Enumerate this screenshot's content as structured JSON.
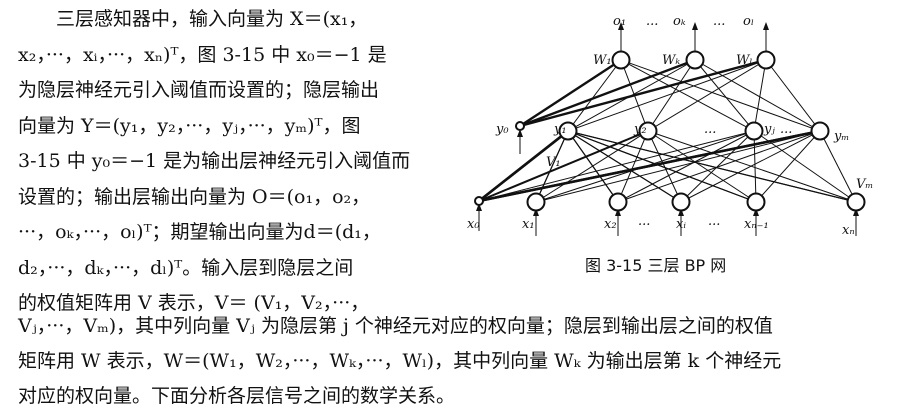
{
  "paragraph_left": [
    "三层感知器中，输入向量为 X＝(x₁，",
    "x₂，···，xᵢ，···，xₙ)ᵀ，图 3-15 中 x₀＝−1 是",
    "为隐层神经元引入阈值而设置的；隐层输出",
    "向量为 Y＝(y₁，y₂，···，yⱼ，···，yₘ)ᵀ，图",
    "3-15 中 y₀＝−1 是为输出层神经元引入阈值而",
    "设置的；输出层输出向量为 O＝(o₁，o₂，",
    "···，oₖ，···，oₗ)ᵀ；期望输出向量为d＝(d₁，",
    "d₂，···，dₖ，···，dₗ)ᵀ。输入层到隐层之间",
    "的权值矩阵用 V 表示，V＝ (V₁，V₂，···，"
  ],
  "paragraph_full": [
    "Vⱼ，···，Vₘ)，其中列向量 Vⱼ 为隐层第 j 个神经元对应的权向量；隐层到输出层之间的权值",
    "矩阵用 W 表示，W＝(W₁，W₂，···，Wₖ，···，Wₗ)，其中列向量 Wₖ 为输出层第 k 个神经元",
    "对应的权向量。下面分析各层信号之间的数学关系。"
  ],
  "figure": {
    "caption": "图 3-15   三层 BP 网",
    "output_labels": [
      "o₁",
      "...",
      "oₖ",
      "...",
      "oₗ"
    ],
    "output_weight_labels": [
      "W₁",
      "Wₖ",
      "Wₗ"
    ],
    "hidden_labels": [
      "y₀",
      "y₁",
      "y₂",
      "...",
      "yⱼ",
      "...",
      "yₘ"
    ],
    "hidden_weight_labels": [
      "V₁",
      "Vₘ"
    ],
    "input_labels": [
      "x₀",
      "x₁",
      "x₂",
      "...",
      "xᵢ",
      "...",
      "xₙ₋₁",
      "xₙ"
    ]
  }
}
